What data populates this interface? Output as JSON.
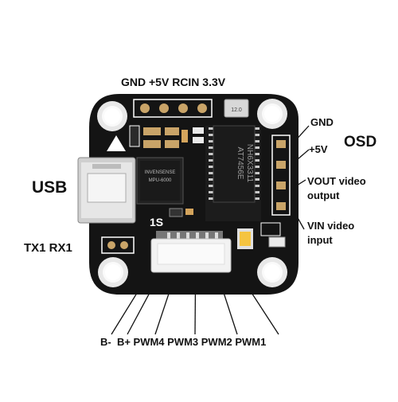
{
  "labels": {
    "top_header": "GND +5V RCIN 3.3V",
    "usb": "USB",
    "tx_rx": "TX1 RX1",
    "osd": "OSD",
    "gnd": "GND",
    "plus5v": "+5V",
    "vout": "VOUT video",
    "vout2": "output",
    "vin": "VIN video",
    "vin2": "input",
    "bottom_pins": "B-  B+ PWM4 PWM3 PWM2 PWM1"
  },
  "board": {
    "silk_1s": "1S",
    "imu_chip_line1": "INVENSENSE",
    "imu_chip_line2": "MPU-6000",
    "osd_chip_line1": "AT7456E",
    "osd_chip_line2": "NH6X3311",
    "crystal_label": "12.0"
  },
  "colors": {
    "board": "#141414",
    "pad_gold": "#c9a468",
    "hole_ring": "#f2f2f2",
    "silk": "#ffffff"
  }
}
